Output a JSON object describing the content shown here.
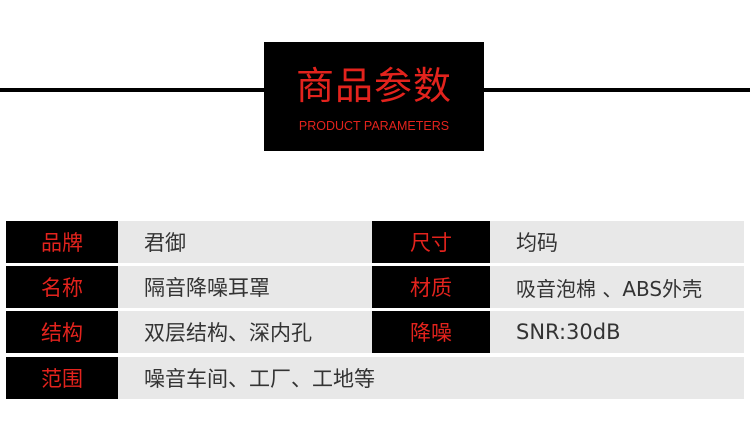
{
  "header": {
    "title": "商品参数",
    "subtitle": "PRODUCT PARAMETERS"
  },
  "rows": [
    {
      "label1": "品牌",
      "value1": "君御",
      "label2": "尺寸",
      "value2": "均码"
    },
    {
      "label1": "名称",
      "value1": "隔音降噪耳罩",
      "label2": "材质",
      "value2": "吸音泡棉 、ABS外壳"
    },
    {
      "label1": "结构",
      "value1": "双层结构、深内孔",
      "label2": "降噪",
      "value2": "SNR:30dB"
    },
    {
      "label1": "范围",
      "value1": "噪音车间、工厂、工地等"
    }
  ]
}
